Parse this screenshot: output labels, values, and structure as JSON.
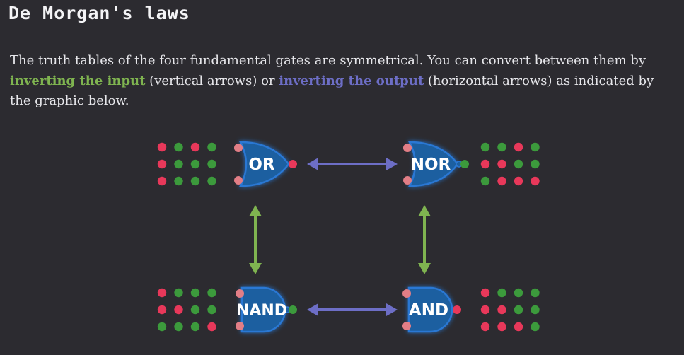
{
  "page": {
    "title": "De Morgan's laws",
    "paragraph": {
      "part1": "The truth tables of the four fundamental gates are symmetrical. You can convert between them by ",
      "input_link": "inverting the input",
      "part2": " (vertical arrows) or ",
      "output_link": "inverting the output",
      "part3": " (horizontal arrows) as indicated by the graphic below."
    }
  },
  "colors": {
    "background": "#2c2b30",
    "true_dot": "#3c9a3c",
    "false_dot": "#e8385a",
    "gate_fill": "#1d5fa0",
    "gate_glow": "#2c78d4",
    "input_pin": "#e27e86",
    "h_arrow": "#6d6ec6",
    "v_arrow": "#7fb450",
    "green_highlight": "#7fb450",
    "blue_highlight": "#6d6ec6"
  },
  "gates": [
    {
      "id": "or",
      "label": "OR",
      "kind": "or",
      "bubble": false,
      "output": "false",
      "truth_table": [
        [
          "f",
          "t",
          "f",
          "t"
        ],
        [
          "f",
          "t",
          "t",
          "t"
        ],
        [
          "f",
          "t",
          "t",
          "t"
        ]
      ]
    },
    {
      "id": "nor",
      "label": "NOR",
      "kind": "or",
      "bubble": true,
      "output": "true",
      "truth_table": [
        [
          "t",
          "t",
          "f",
          "t"
        ],
        [
          "f",
          "f",
          "t",
          "t"
        ],
        [
          "t",
          "f",
          "f",
          "f"
        ]
      ]
    },
    {
      "id": "nand",
      "label": "NAND",
      "kind": "and",
      "bubble": true,
      "output": "true",
      "truth_table": [
        [
          "f",
          "t",
          "t",
          "t"
        ],
        [
          "f",
          "f",
          "t",
          "t"
        ],
        [
          "t",
          "t",
          "t",
          "f"
        ]
      ]
    },
    {
      "id": "and",
      "label": "AND",
      "kind": "and",
      "bubble": false,
      "output": "false",
      "truth_table": [
        [
          "f",
          "t",
          "t",
          "t"
        ],
        [
          "f",
          "f",
          "t",
          "t"
        ],
        [
          "f",
          "f",
          "f",
          "t"
        ]
      ]
    }
  ],
  "arrows": [
    {
      "id": "top",
      "direction": "horizontal",
      "kind": "invert-output",
      "from": "or",
      "to": "nor"
    },
    {
      "id": "bottom",
      "direction": "horizontal",
      "kind": "invert-output",
      "from": "nand",
      "to": "and"
    },
    {
      "id": "left",
      "direction": "vertical",
      "kind": "invert-input",
      "from": "or",
      "to": "nand"
    },
    {
      "id": "right",
      "direction": "vertical",
      "kind": "invert-input",
      "from": "nor",
      "to": "and"
    }
  ]
}
